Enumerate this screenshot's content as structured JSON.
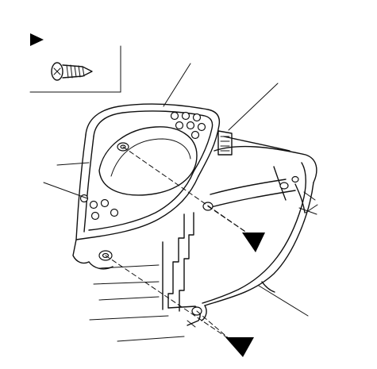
{
  "diagram": {
    "callouts": [
      {
        "id": "A",
        "marker": "triangle"
      },
      {
        "id": "B",
        "marker": "triangle"
      },
      {
        "id": "C",
        "marker": "triangle"
      }
    ],
    "legend": {
      "marker": "triangle",
      "icon": "screw-icon"
    }
  }
}
